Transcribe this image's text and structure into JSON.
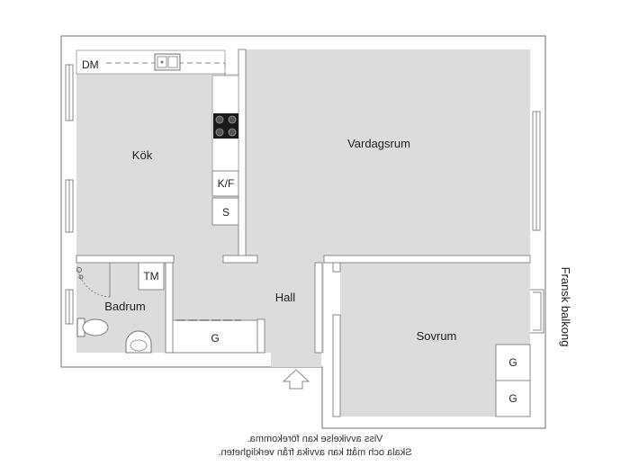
{
  "rooms": {
    "dm": "DM",
    "kok": "Kök",
    "vardagsrum": "Vardagsrum",
    "kf": "K/F",
    "s": "S",
    "tm": "TM",
    "badrum": "Badrum",
    "hall": "Hall",
    "g_hall": "G",
    "sovrum": "Sovrum",
    "g_sovrum_1": "G",
    "g_sovrum_2": "G"
  },
  "side_label": "Fransk balkong",
  "disclaimer": {
    "line1": "Viss avvikelse kan förekomma.",
    "line2": "Skala och mått kan avvika från verkligheten."
  },
  "colors": {
    "wall": "#ffffff",
    "wall_stroke": "#8a8a8a",
    "floor": "#dcdcdc",
    "stove": "#1a1a1a"
  },
  "icons": [
    "sink-icon",
    "stove-icon",
    "toilet-icon",
    "washbasin-icon",
    "entrance-arrow-icon",
    "window-icon"
  ]
}
